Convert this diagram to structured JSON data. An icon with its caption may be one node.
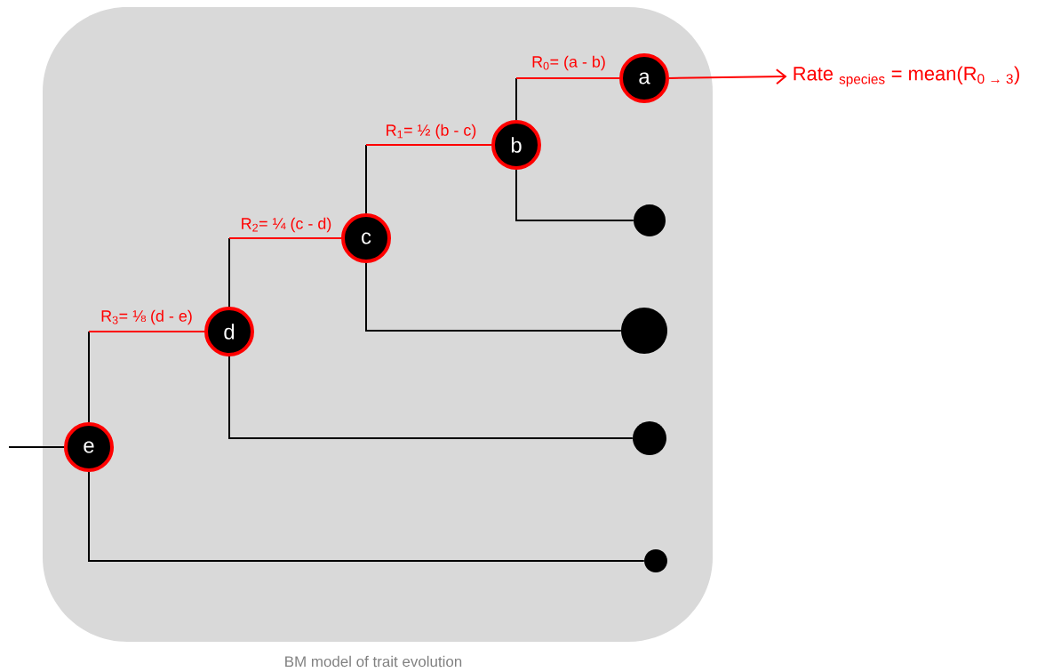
{
  "diagram": {
    "caption": "BM model of trait evolution",
    "nodes": [
      {
        "text": [
          "a"
        ]
      },
      {
        "text": [
          "b"
        ]
      },
      {
        "text": [
          "c"
        ]
      },
      {
        "text": [
          "d"
        ]
      },
      {
        "text": [
          "e"
        ]
      },
      {
        "text": [],
        "shape": "circle"
      },
      {
        "text": [],
        "shape": "circle"
      },
      {
        "text": [],
        "shape": "circle"
      },
      {
        "text": [],
        "shape": "circle"
      },
      {
        "text": [
          "Rate $_{species}$ = mean(R$_{0 → 3}$)"
        ]
      }
    ],
    "edges": [
      {
        "from": null,
        "to": 4,
        "arrow": "none"
      },
      {
        "from": 4,
        "to": 3,
        "arrow": "none",
        "label": "R$_{3}$= ⅛ (d - e)",
        "color": "#ff0000"
      },
      {
        "from": 3,
        "to": 2,
        "arrow": "none",
        "label": "R$_{2}$= ¼ (c - d)",
        "color": "#ff0000"
      },
      {
        "from": 2,
        "to": 1,
        "arrow": "none",
        "label": "R$_{1}$= ½ (b - c)",
        "color": "#ff0000"
      },
      {
        "from": 1,
        "to": 0,
        "arrow": "none",
        "label": "R$_{0}$= (a - b)",
        "color": "#ff0000"
      },
      {
        "from": 1,
        "to": 5,
        "arrow": "none"
      },
      {
        "from": 2,
        "to": 6,
        "arrow": "none"
      },
      {
        "from": 3,
        "to": 7,
        "arrow": "none"
      },
      {
        "from": 4,
        "to": 8,
        "arrow": "none"
      },
      {
        "from": 0,
        "to": 9,
        "arrow": "to",
        "color": "#ff0000"
      }
    ]
  }
}
